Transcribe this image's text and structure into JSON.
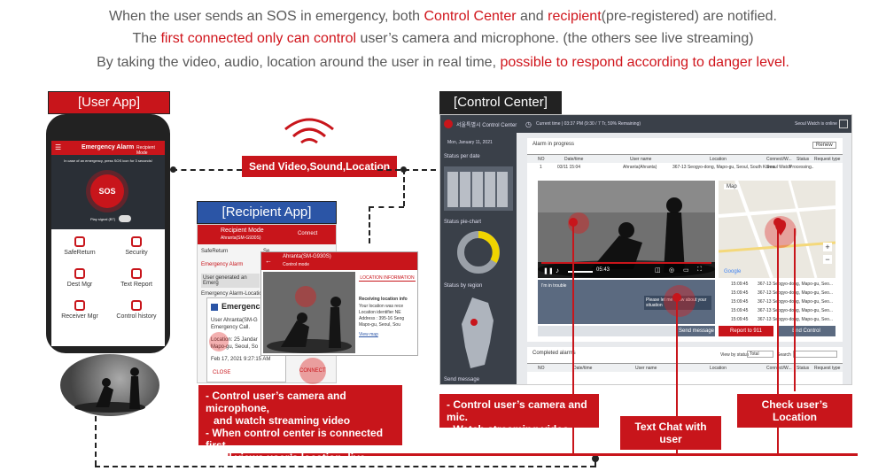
{
  "header": {
    "line1_a": "When the user sends an SOS in emergency, both",
    "line1_b": "Control Center",
    "line1_c": "and",
    "line1_d": "recipient",
    "line1_e": "(pre-registered) are notified.",
    "line2_a": "The",
    "line2_b": "first connected only can control",
    "line2_c": "user’s camera and microphone.  (the others see live streaming)",
    "line3_a": "By taking the video, audio, location around the user in real time,",
    "line3_b": "possible to respond according to danger level."
  },
  "user_app": {
    "tag": "[User App]",
    "title": "Emergency Alarm",
    "mode": "Recipient Mode",
    "instruction": "In case of an emergency, press SOS icon for 3 seconds!",
    "sos": "SOS",
    "toggle_label": "Play signal (BT)",
    "menu": [
      "SafeReturn",
      "Security",
      "Dest Mgr",
      "Text Report",
      "Receiver Mgr",
      "Control history"
    ]
  },
  "recipient_app": {
    "tag": "[Recipient App]",
    "mode": "Recipient Mode",
    "device": "Ahranta(SM-G930S)",
    "connect": "Connect",
    "tabs": [
      "SafeReturn",
      "Se"
    ],
    "alarm_text": "Emergency Alarm",
    "generated": "User generated an Emerg",
    "location_label": "Emergency Alarm-Location",
    "card_title": "Emergenc",
    "card_user": "User Ahranta(SM-G",
    "card_call": "Emergency Call.",
    "card_loc": "Location: 25 Jandar",
    "card_loc2": "Mapo-gu, Seoul, So",
    "card_date": "Feb 17, 2021 9:27:15 AM",
    "close": "CLOSE",
    "connect_btn": "CONNECT",
    "popup_title": "Ahranta(SM-G930S)",
    "popup_sub": "Control mode",
    "loc_header": "LOCATION INFORMATION",
    "recv_title": "Receiving location info",
    "recv_line1": "Your location was rece",
    "recv_line2": "Location identifier NE",
    "recv_line3": "Address : 395-16 Seog",
    "recv_line4": "Mapo-gu, Seoul, Sou",
    "view_map": "View map"
  },
  "control_center": {
    "tag": "[Control Center]",
    "logo": "서울특별시 Control Center",
    "time": "Current time | 03:37 PM (9:30 / 7 Tr, 59% Remaining)",
    "user": "Seoul Watch is online",
    "date": "Mon, January 11, 2021",
    "side_status_date": "Status per date",
    "side_pie": "Status pie-chart",
    "side_region": "Status by region",
    "side_msg": "Send message",
    "alarm_title": "Alarm in progress",
    "renew": "Renew",
    "cols": [
      "NO",
      "Date/time",
      "User name",
      "Location",
      "Connect/W...",
      "Status",
      "Request type"
    ],
    "row": [
      "1",
      "03/11 15:04",
      "Ahranta(Ahranta)",
      "367-13 Seogyo-dong, Mapo-gu, Seoul, South Korea",
      "Seoul Watch",
      "Processing..",
      ""
    ],
    "time_code": "05:43",
    "map_label": "Map",
    "google": "Google",
    "chat_user": "I'm in trouble",
    "chat_reply": "Please let me know about your situation",
    "send_message": "Send message",
    "report": "Report to 911",
    "end_control": "End Control",
    "loc_rows": [
      {
        "t": "15:09:45",
        "a": "367-13 Seogyo-dong, Mapo-gu, Seo..."
      },
      {
        "t": "15:09:45",
        "a": "367-13 Seogyo-dong, Mapo-gu, Seo..."
      },
      {
        "t": "15:09:45",
        "a": "367-13 Seogyo-dong, Mapo-gu, Seo..."
      },
      {
        "t": "15:09:45",
        "a": "367-13 Seogyo-dong, Mapo-gu, Seo..."
      },
      {
        "t": "15:09:45",
        "a": "367-13 Seogyo-dong, Mapo-gu, Seo..."
      }
    ],
    "completed_title": "Completed alarms",
    "view_by": "View by status",
    "total": "Total",
    "search": "Search",
    "comp_cols": [
      "NO",
      "Date/time",
      "User name",
      "Location",
      "Connect/W...",
      "Status",
      "Request type"
    ]
  },
  "callouts": {
    "send": "Send Video,Sound,Location",
    "recipient_1": "- Control user’s camera and microphone,",
    "recipient_2": "and watch streaming video",
    "recipient_3": "- When control center is connected first,",
    "recipient_4": "still views user’s location, live-streaming",
    "cc_1": "- Control user’s camera and mic.",
    "cc_2": "- Watch streaming video",
    "chat": "Text Chat with user",
    "location": "Check user’s Location"
  },
  "colors": {
    "accent": "#c8151b",
    "dark": "#3a4049",
    "tagbar": "#2b55a6"
  }
}
